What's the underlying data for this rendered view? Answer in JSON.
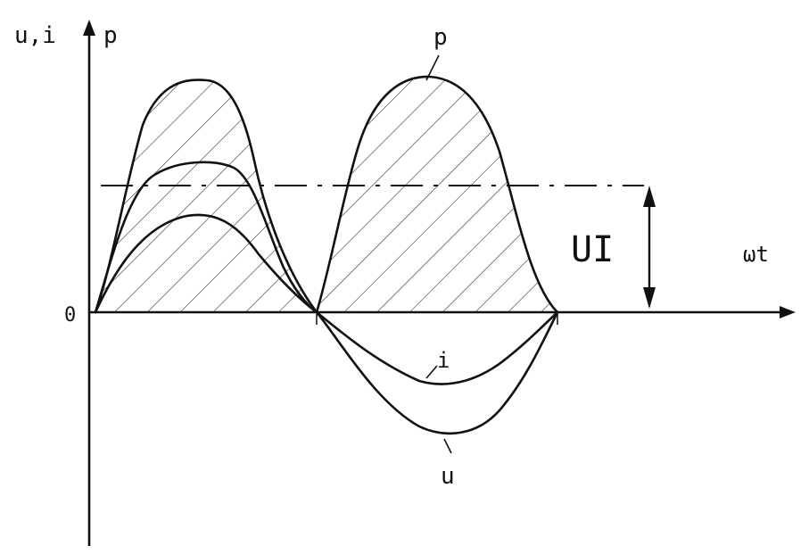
{
  "labels": {
    "y_axis": "u,i",
    "y_axis_power": "p",
    "x_axis": "ωt",
    "origin": "0",
    "curve_p": "p",
    "curve_i": "i",
    "curve_u": "u",
    "average_power": "UI"
  },
  "colors": {
    "ink": "#111111",
    "background": "#ffffff"
  }
}
